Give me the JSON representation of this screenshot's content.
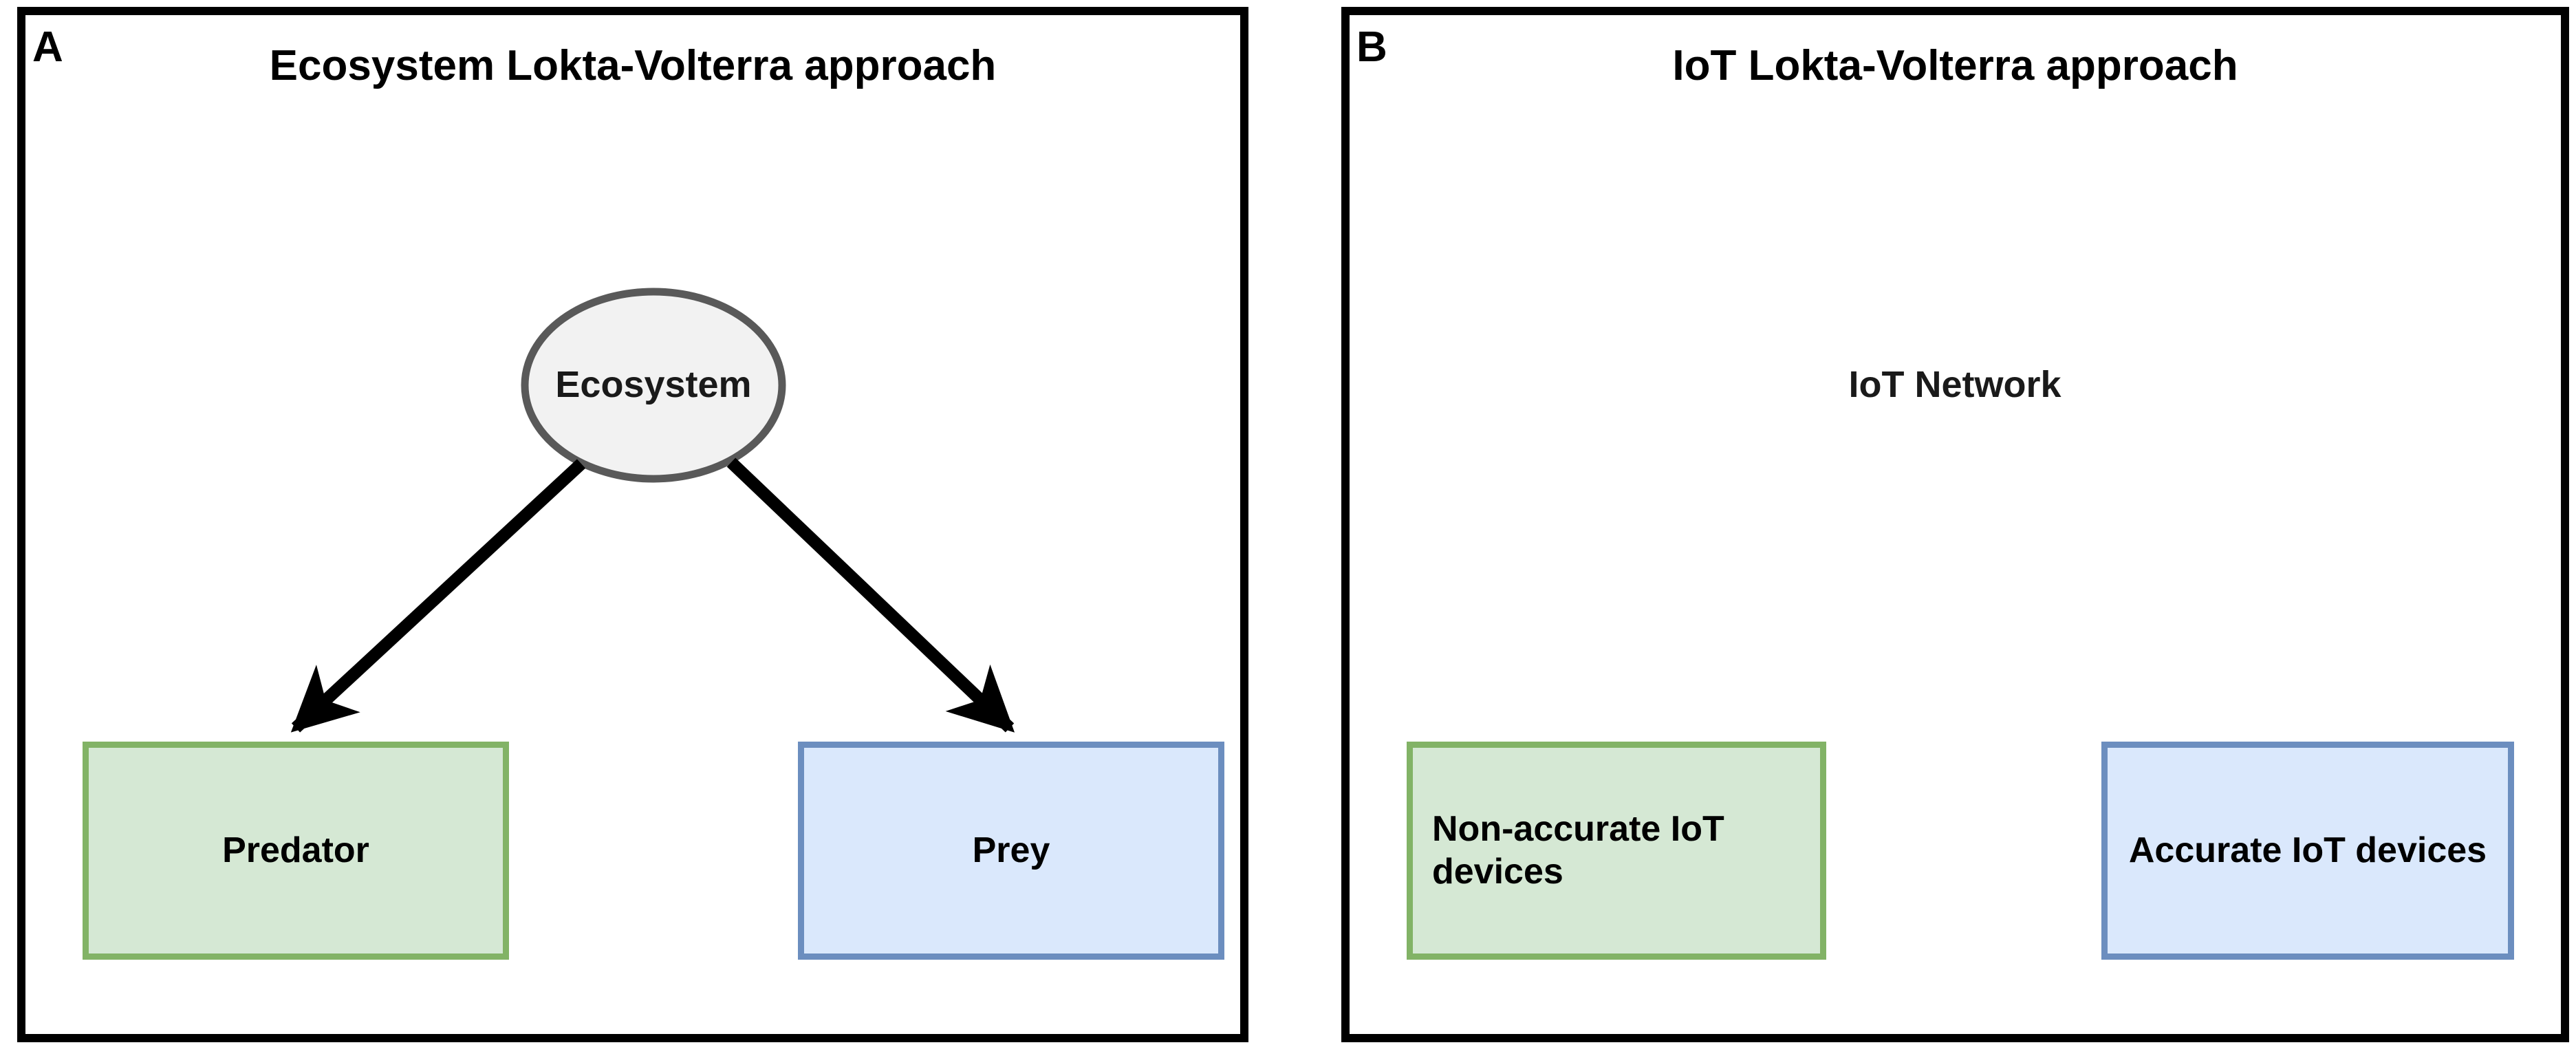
{
  "figure": {
    "background": "#ffffff",
    "panel_border_color": "#000000"
  },
  "palette": {
    "green_fill": "#d5e8d4",
    "green_border": "#82b366",
    "blue_fill": "#dae8fc",
    "blue_border": "#6c8ebf",
    "ellipse_fill": "#f2f2f2",
    "ellipse_border": "#595959",
    "arrow_color": "#000000",
    "text_color": "#000000"
  },
  "panels": [
    {
      "letter": "A",
      "title": "Ecosystem Lokta-Volterra approach",
      "root": {
        "label": "Ecosystem",
        "shape": "ellipse"
      },
      "children": [
        {
          "label": "Predator",
          "shape": "rectangle",
          "color": "green",
          "align": "center"
        },
        {
          "label": "Prey",
          "shape": "rectangle",
          "color": "blue",
          "align": "center"
        }
      ],
      "edges": [
        {
          "from": "Ecosystem",
          "to": "Predator",
          "style": "solid-arrow"
        },
        {
          "from": "Ecosystem",
          "to": "Prey",
          "style": "solid-arrow"
        }
      ]
    },
    {
      "letter": "B",
      "title": "IoT Lokta-Volterra approach",
      "root": {
        "label": "IoT Network",
        "shape": "ellipse"
      },
      "children": [
        {
          "label": "Non-accurate IoT devices",
          "shape": "rectangle",
          "color": "green",
          "align": "left"
        },
        {
          "label": "Accurate IoT devices",
          "shape": "rectangle",
          "color": "blue",
          "align": "center"
        }
      ],
      "edges": [
        {
          "from": "IoT Network",
          "to": "Non-accurate IoT devices",
          "style": "solid-arrow"
        },
        {
          "from": "IoT Network",
          "to": "Accurate IoT devices",
          "style": "solid-arrow"
        }
      ]
    }
  ]
}
